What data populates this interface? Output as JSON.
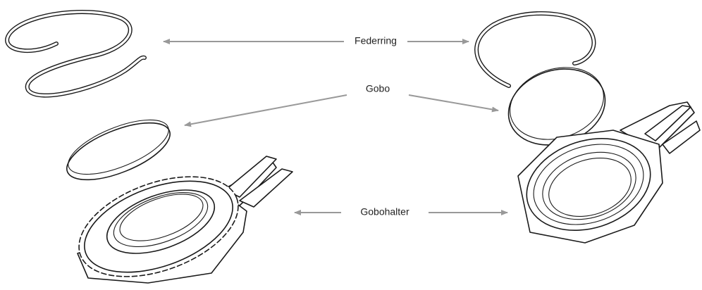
{
  "labels": {
    "spring_ring": "Federring",
    "gobo": "Gobo",
    "gobo_holder": "Gobohalter"
  },
  "colors": {
    "arrow": "#999999",
    "line": "#1a1a1a",
    "background": "#ffffff"
  }
}
